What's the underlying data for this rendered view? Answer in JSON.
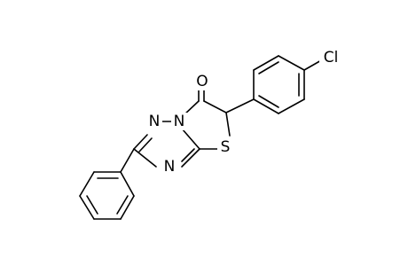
{
  "molecule": {
    "atoms": {
      "o": "O",
      "n1": "N",
      "n2": "N",
      "n3": "N",
      "s": "S",
      "cl": "Cl"
    }
  },
  "colors": {
    "bond": "#000000",
    "background": "#ffffff"
  }
}
